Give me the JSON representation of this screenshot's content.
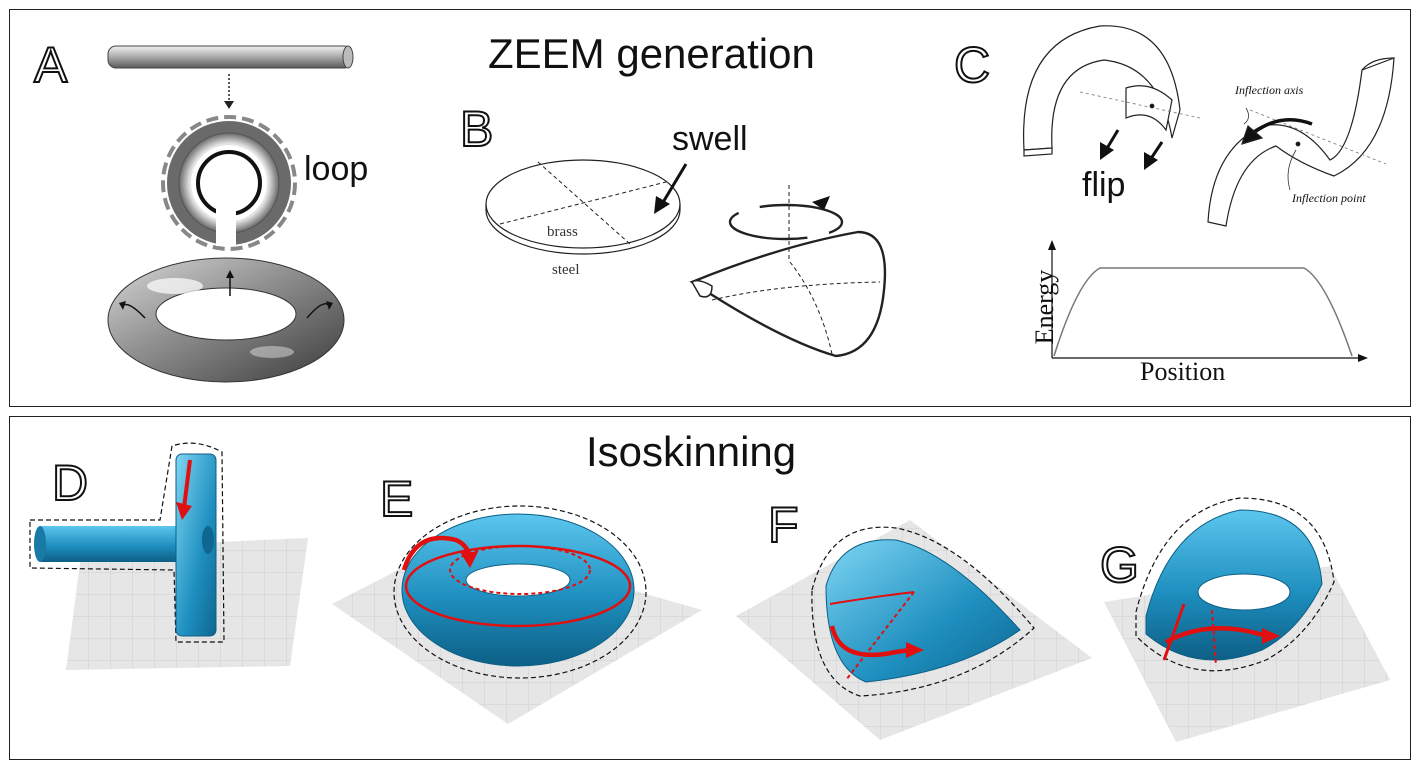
{
  "top_section": {
    "title": "ZEEM generation",
    "panel_a": {
      "letter": "A",
      "loop_label": "loop"
    },
    "panel_b": {
      "letter": "B",
      "swell_label": "swell",
      "brass_label": "brass",
      "steel_label": "steel"
    },
    "panel_c": {
      "letter": "C",
      "flip_label": "flip",
      "inflection_axis_label": "Inflection axis",
      "inflection_point_label": "Inflection point",
      "energy_chart": {
        "ylabel": "Energy",
        "xlabel": "Position"
      }
    }
  },
  "bottom_section": {
    "title": "Isoskinning",
    "panels": [
      {
        "letter": "D"
      },
      {
        "letter": "E"
      },
      {
        "letter": "F"
      },
      {
        "letter": "G"
      }
    ]
  },
  "colors": {
    "accent_blue": "#1e8fbf",
    "arrow_red": "#e01010",
    "grid_gray": "#d9d9d9",
    "tube_gray": "#9a9a9a"
  }
}
